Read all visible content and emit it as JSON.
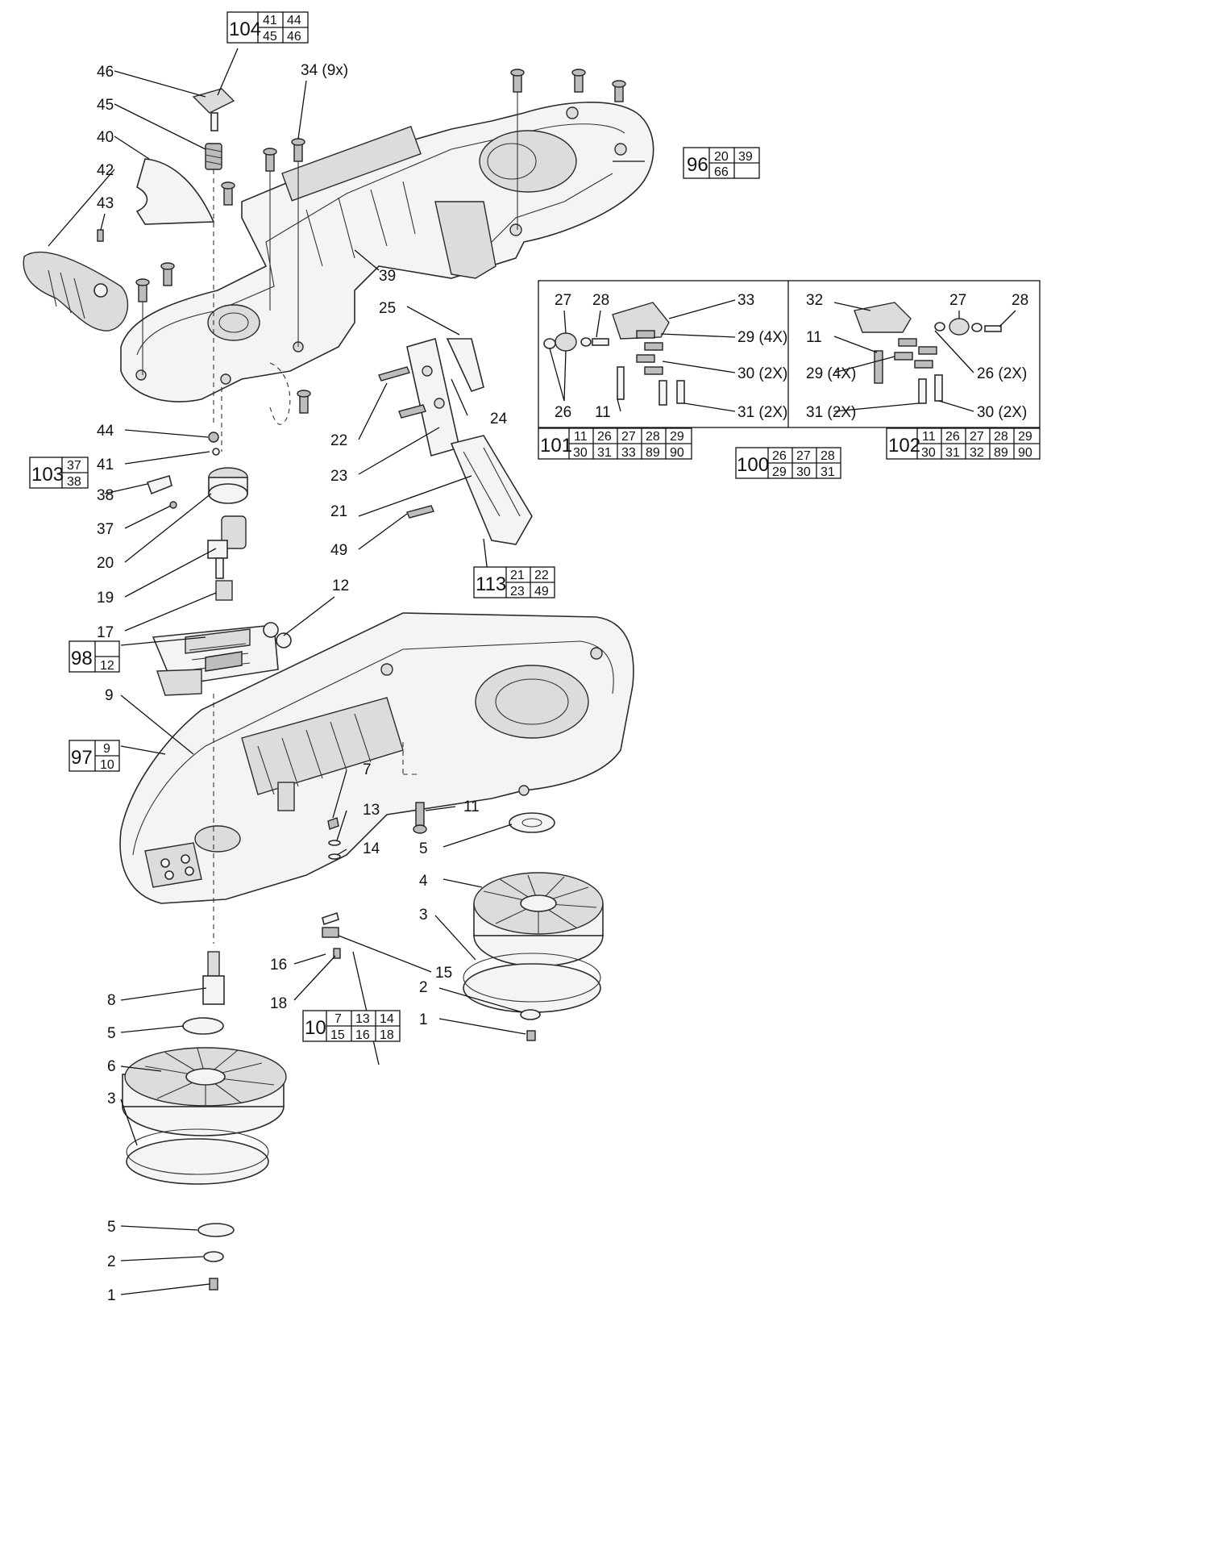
{
  "labels": {
    "l46": "46",
    "l34": "34 (9x)",
    "l45": "45",
    "l40": "40",
    "l42": "42",
    "l43": "43",
    "l39": "39",
    "l25": "25",
    "l24": "24",
    "l22": "22",
    "l23": "23",
    "l21": "21",
    "l49": "49",
    "l44": "44",
    "l41": "41",
    "l38": "38",
    "l37": "37",
    "l20": "20",
    "l19": "19",
    "l17": "17",
    "l12": "12",
    "l9": "9",
    "l7": "7",
    "l13": "13",
    "l14": "14",
    "l11": "11",
    "l5a": "5",
    "l4": "4",
    "l3a": "3",
    "l2a": "2",
    "l1a": "1",
    "l16": "16",
    "l18": "18",
    "l15": "15",
    "l8": "8",
    "l5b": "5",
    "l6": "6",
    "l3b": "3",
    "l5c": "5",
    "l2b": "2",
    "l1b": "1",
    "d27a": "27",
    "d28a": "28",
    "d33": "33",
    "d29a": "29 (4X)",
    "d30a": "30 (2X)",
    "d26a": "26",
    "d11a": "11",
    "d31a": "31 (2X)",
    "d32": "32",
    "d27b": "27",
    "d28b": "28",
    "d11b": "11",
    "d29b": "29 (4X)",
    "d26b": "26 (2X)",
    "d31b": "31 (2X)",
    "d30b": "30 (2X)"
  },
  "kits": {
    "k104": {
      "id": "104",
      "cells": [
        "41",
        "44",
        "45",
        "46"
      ]
    },
    "k96": {
      "id": "96",
      "cells": [
        "20",
        "39",
        "66",
        ""
      ]
    },
    "k103": {
      "id": "103",
      "cells": [
        "37",
        "38"
      ]
    },
    "k98": {
      "id": "98",
      "cells": [
        "",
        "12"
      ]
    },
    "k97": {
      "id": "97",
      "cells": [
        "9",
        "10"
      ]
    },
    "k113": {
      "id": "113",
      "cells": [
        "21",
        "22",
        "23",
        "49"
      ]
    },
    "k10": {
      "id": "10",
      "cells": [
        "7",
        "13",
        "14",
        "15",
        "16",
        "18"
      ]
    },
    "k101": {
      "id": "101",
      "cells": [
        "11",
        "26",
        "27",
        "28",
        "29",
        "30",
        "31",
        "33",
        "89",
        "90"
      ]
    },
    "k100": {
      "id": "100",
      "cells": [
        "26",
        "27",
        "28",
        "29",
        "30",
        "31"
      ]
    },
    "k102": {
      "id": "102",
      "cells": [
        "11",
        "26",
        "27",
        "28",
        "29",
        "30",
        "31",
        "32",
        "89",
        "90"
      ]
    }
  }
}
